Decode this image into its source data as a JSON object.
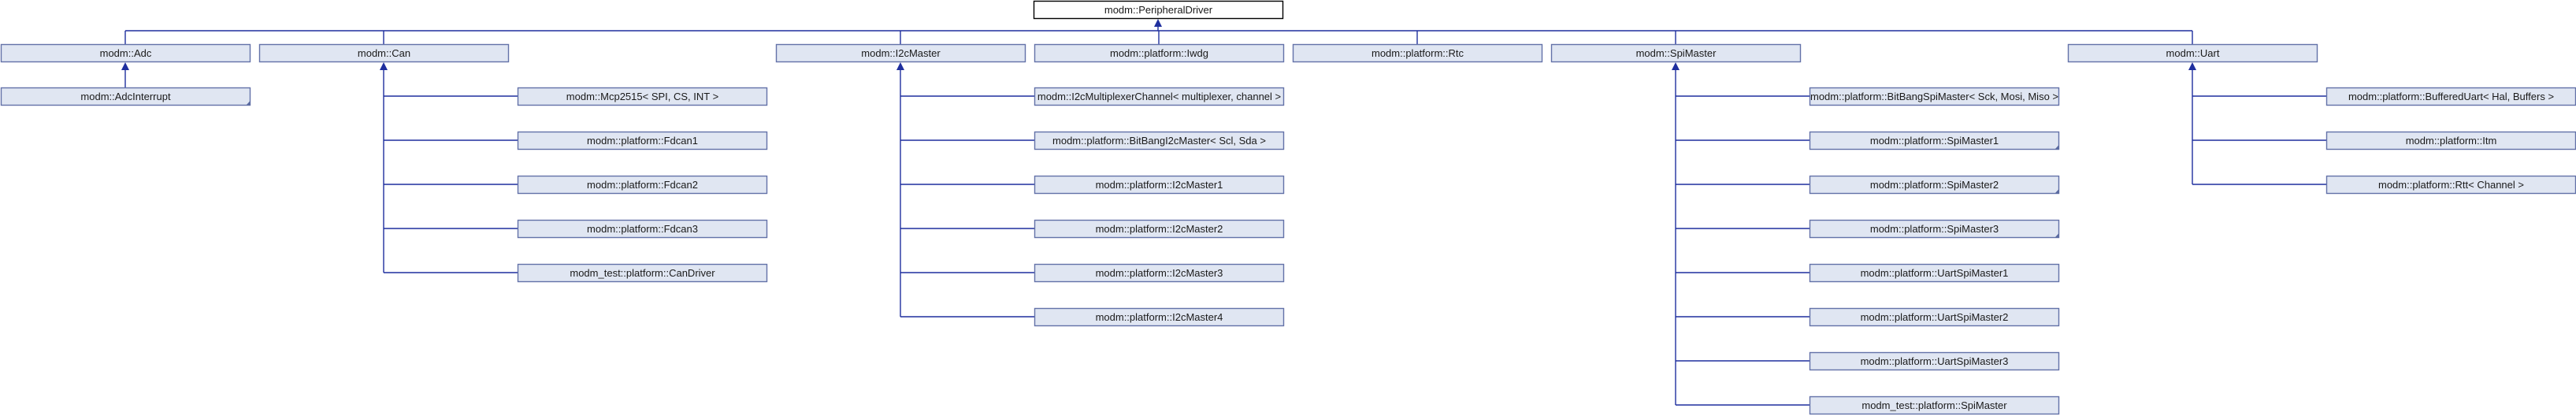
{
  "diagram": {
    "type": "class-inheritance",
    "root": "modm::PeripheralDriver",
    "bases": [
      {
        "label": "modm::Adc",
        "children": [
          {
            "label": "modm::AdcInterrupt",
            "folded": true
          }
        ]
      },
      {
        "label": "modm::Can",
        "children": [
          {
            "label": "modm::Mcp2515< SPI, CS, INT >",
            "folded": false
          },
          {
            "label": "modm::platform::Fdcan1",
            "folded": false
          },
          {
            "label": "modm::platform::Fdcan2",
            "folded": false
          },
          {
            "label": "modm::platform::Fdcan3",
            "folded": false
          },
          {
            "label": "modm_test::platform::CanDriver",
            "folded": false
          }
        ]
      },
      {
        "label": "modm::I2cMaster",
        "children": [
          {
            "label": "modm::I2cMultiplexerChannel< multiplexer, channel >",
            "folded": false
          },
          {
            "label": "modm::platform::BitBangI2cMaster< Scl, Sda >",
            "folded": false
          },
          {
            "label": "modm::platform::I2cMaster1",
            "folded": false
          },
          {
            "label": "modm::platform::I2cMaster2",
            "folded": false
          },
          {
            "label": "modm::platform::I2cMaster3",
            "folded": false
          },
          {
            "label": "modm::platform::I2cMaster4",
            "folded": false
          }
        ]
      },
      {
        "label": "modm::platform::Iwdg",
        "children": []
      },
      {
        "label": "modm::platform::Rtc",
        "children": []
      },
      {
        "label": "modm::SpiMaster",
        "children": [
          {
            "label": "modm::platform::BitBangSpiMaster< Sck, Mosi, Miso >",
            "folded": false
          },
          {
            "label": "modm::platform::SpiMaster1",
            "folded": true
          },
          {
            "label": "modm::platform::SpiMaster2",
            "folded": true
          },
          {
            "label": "modm::platform::SpiMaster3",
            "folded": true
          },
          {
            "label": "modm::platform::UartSpiMaster1",
            "folded": false
          },
          {
            "label": "modm::platform::UartSpiMaster2",
            "folded": false
          },
          {
            "label": "modm::platform::UartSpiMaster3",
            "folded": false
          },
          {
            "label": "modm_test::platform::SpiMaster",
            "folded": false
          }
        ]
      },
      {
        "label": "modm::Uart",
        "children": [
          {
            "label": "modm::platform::BufferedUart< Hal, Buffers >",
            "folded": false
          },
          {
            "label": "modm::platform::Itm",
            "folded": false
          },
          {
            "label": "modm::platform::Rtt< Channel >",
            "folded": false
          }
        ]
      }
    ],
    "colors": {
      "node_fill": "#e0e6f2",
      "node_border": "#6372a8",
      "root_fill": "#ffffff",
      "root_border": "#000000",
      "edge": "#1f2f9e"
    }
  }
}
